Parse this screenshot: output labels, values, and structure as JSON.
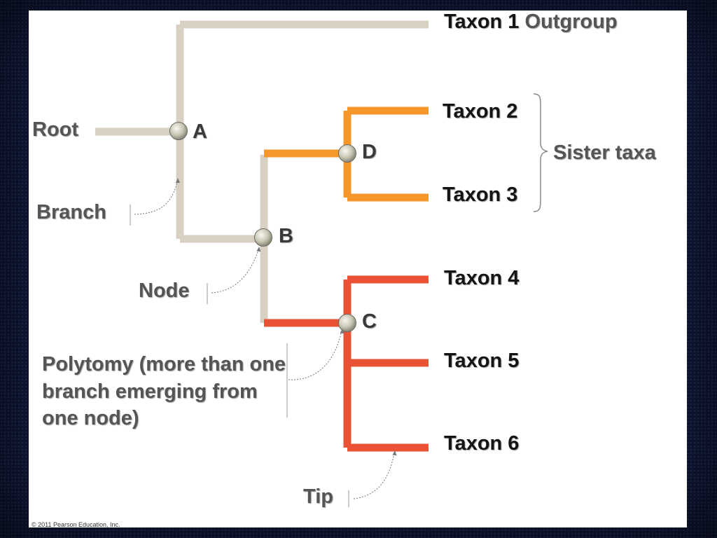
{
  "taxa": {
    "taxon1": "Taxon 1",
    "outgroup": "Outgroup",
    "taxon2": "Taxon 2",
    "taxon3": "Taxon 3",
    "taxon4": "Taxon 4",
    "taxon5": "Taxon 5",
    "taxon6": "Taxon 6"
  },
  "nodes": {
    "a": "A",
    "b": "B",
    "c": "C",
    "d": "D"
  },
  "terms": {
    "root": "Root",
    "branch": "Branch",
    "node": "Node",
    "polytomy": "Polytomy (more than one branch emerging from one node)",
    "tip": "Tip",
    "sister_taxa": "Sister taxa"
  },
  "footer": {
    "copyright": "© 2011 Pearson Education, Inc."
  },
  "colors": {
    "background": "#0f1838",
    "trunk": "#d8d0c2",
    "orange_clade": "#f5972a",
    "red_clade": "#ea5236",
    "node": "#c9c7b4"
  }
}
